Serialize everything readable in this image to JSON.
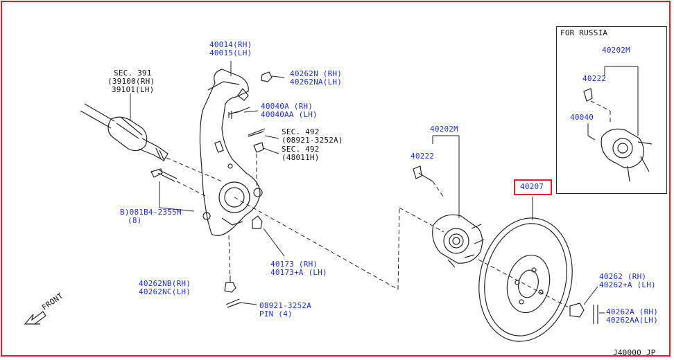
{
  "colors": {
    "frame": "#e02020",
    "callout": "#1a2fd0",
    "line": "#222222"
  },
  "russia": {
    "title": "FOR RUSSIA",
    "hub": "40202M",
    "stud": "40222",
    "nut": "40040"
  },
  "labels": {
    "knuckle_rh": "40014(RH)",
    "knuckle_lh": "40015(LH)",
    "sec391": "SEC. 391",
    "sec391_rh": "(39100(RH)",
    "sec391_lh": "39101(LH)",
    "nut_n_rh": "40262N  (RH)",
    "nut_na_lh": "40262NA(LH)",
    "bolt_a_rh": "40040A  (RH)",
    "bolt_aa_lh": "40040AA (LH)",
    "sec492a": "SEC. 492",
    "sec492a_part": "(08921-3252A)",
    "sec492b": "SEC. 492",
    "sec492b_part": "(48011H)",
    "bolt_b": "B)081B4-2355M",
    "bolt_b_qty": "(8)",
    "hub": "40202M",
    "stud": "40222",
    "rotor": "40207",
    "shield_rh": "40173  (RH)",
    "shield_lh": "40173+A (LH)",
    "nut_nb_rh": "40262NB(RH)",
    "nut_nc_lh": "40262NC(LH)",
    "pin_part": "08921-3252A",
    "pin_qty": "PIN (4)",
    "nut262_rh": "40262    (RH)",
    "nut262a_lh": "40262+A (LH)",
    "nut262a2_rh": "40262A  (RH)",
    "nut262aa_lh": "40262AA(LH)",
    "front": "FRONT",
    "code": "J40000 JP"
  }
}
